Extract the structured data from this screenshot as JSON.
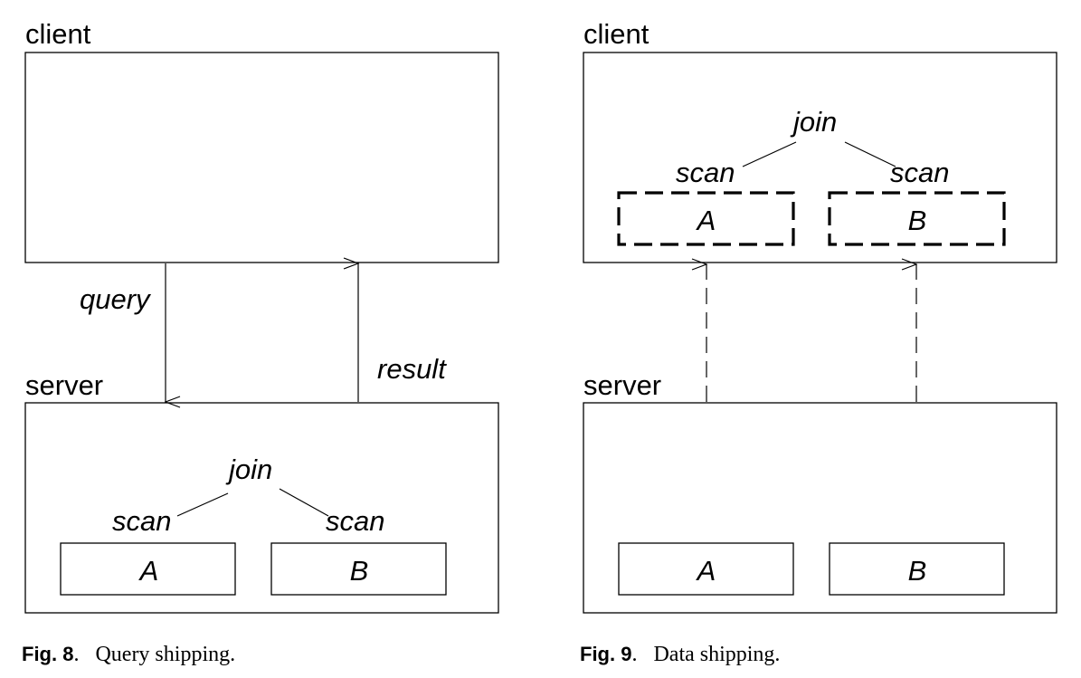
{
  "figures": [
    {
      "client_label": "client",
      "server_label": "server",
      "query_label": "query",
      "result_label": "result",
      "join_label": "join",
      "scan_left_label": "scan",
      "scan_right_label": "scan",
      "relation_a": "A",
      "relation_b": "B",
      "caption_number": "Fig. 8",
      "caption_sep": ".",
      "caption_text": "Query shipping."
    },
    {
      "client_label": "client",
      "server_label": "server",
      "join_label": "join",
      "scan_left_label": "scan",
      "scan_right_label": "scan",
      "client_relation_a": "A",
      "client_relation_b": "B",
      "server_relation_a": "A",
      "server_relation_b": "B",
      "caption_number": "Fig. 9",
      "caption_sep": ".",
      "caption_text": "Data shipping."
    }
  ]
}
